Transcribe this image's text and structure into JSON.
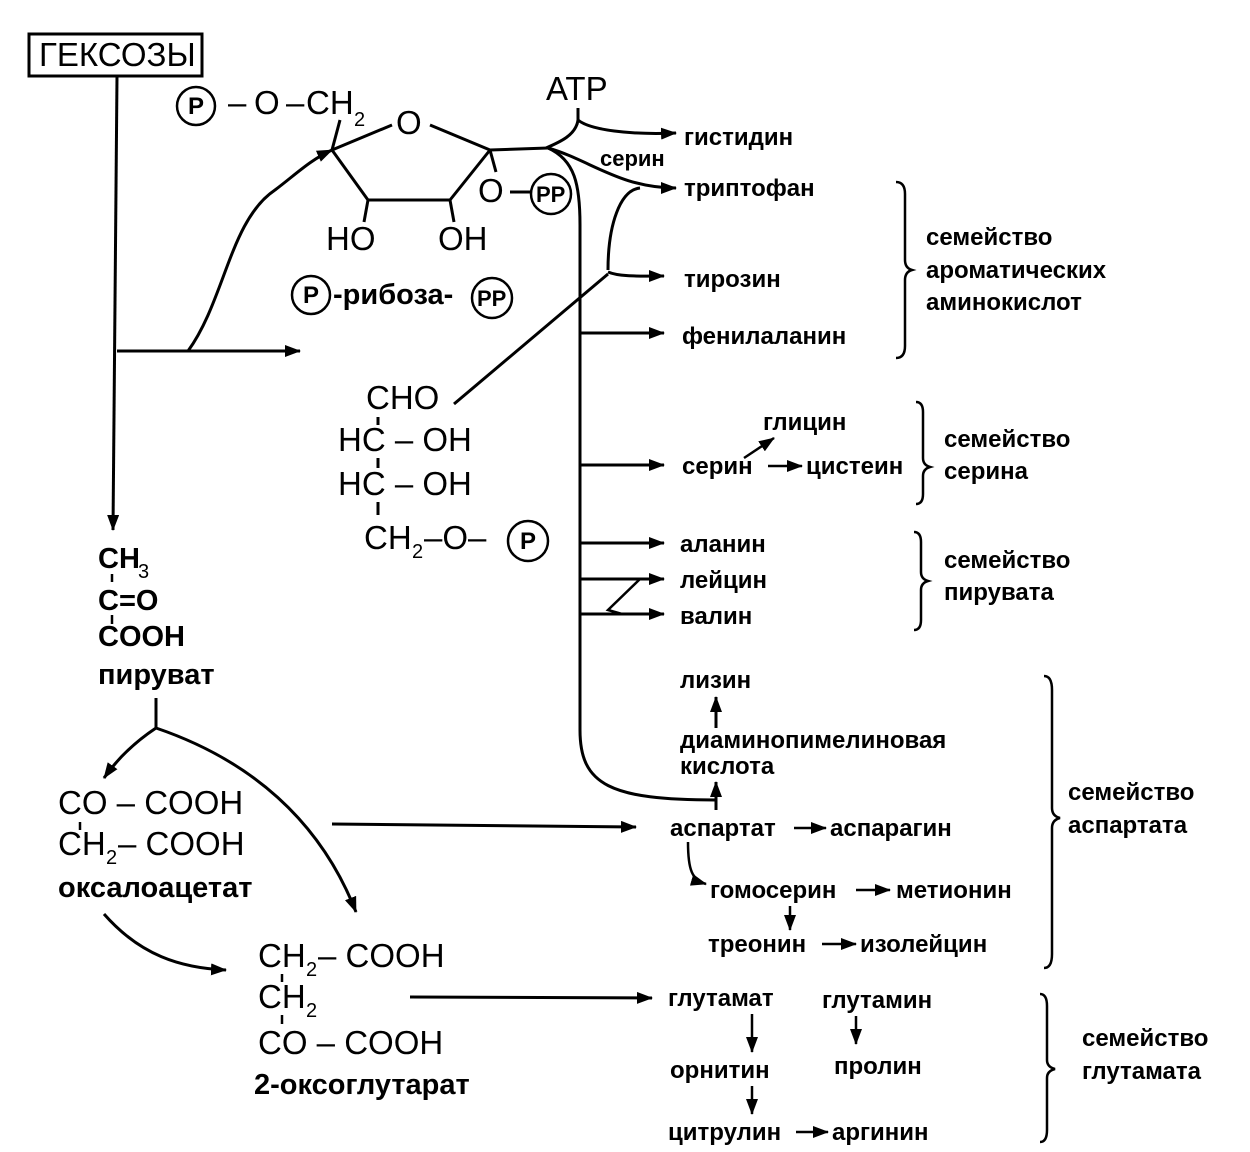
{
  "sources": {
    "hexoses": "ГЕКСОЗЫ",
    "atp": "АТР"
  },
  "ribose_structure": {
    "p_symbol": "P",
    "pp_symbol": "PP",
    "o_ring": "O",
    "o_link": "O",
    "ch2": "CH",
    "ch2_sub": "2",
    "ho": "HO",
    "oh": "OH",
    "dash": "–",
    "label": "-рибоза-"
  },
  "erythrose_phosphate": {
    "line1": "CHO",
    "line2": "HC – OH",
    "line3": "HC – OH",
    "line4a": "CH",
    "line4sub": "2",
    "line4b": "–O–",
    "p_symbol": "P"
  },
  "pyruvate": {
    "ch": "CH",
    "sub": "3",
    "line2": "C=O",
    "line3": "COOH",
    "name": "пируват"
  },
  "oxaloacetate": {
    "line1": "CO – COOH",
    "line2a": "CH",
    "line2sub": "2",
    "line2b": "– COOH",
    "name": "оксалоацетат"
  },
  "oxoglutarate": {
    "line1a": "CH",
    "line1sub": "2",
    "line1b": "– COOH",
    "line2a": "CH",
    "line2sub": "2",
    "line3": "CO  – COOH",
    "name": "2-оксоглутарат"
  },
  "products": {
    "histidine": "гистидин",
    "serine_small": "серин",
    "tryptophan": "триптофан",
    "tyrosine": "тирозин",
    "phenylalanine": "фенилаланин",
    "glycine": "глицин",
    "serine": "серин",
    "cysteine": "цистеин",
    "alanine": "аланин",
    "leucine": "лейцин",
    "valine": "валин",
    "lysine": "лизин",
    "dap_line1": "диаминопимелиновая",
    "dap_line2": "кислота",
    "aspartate": "аспартат",
    "asparagine": "аспарагин",
    "homoserine": "гомосерин",
    "methionine": "метионин",
    "threonine": "треонин",
    "isoleucine": "изолейцин",
    "glutamate": "глутамат",
    "glutamine": "глутамин",
    "ornithine": "орнитин",
    "proline": "пролин",
    "citrulline": "цитрулин",
    "arginine": "аргинин"
  },
  "families": {
    "aromatic": [
      "семейство",
      "ароматических",
      "аминокислот"
    ],
    "serine": [
      "семейство",
      "серина"
    ],
    "pyruvate": [
      "семейство",
      "пирувата"
    ],
    "aspartate": [
      "семейство",
      "аспартата"
    ],
    "glutamate": [
      "семейство",
      "глутамата"
    ]
  }
}
